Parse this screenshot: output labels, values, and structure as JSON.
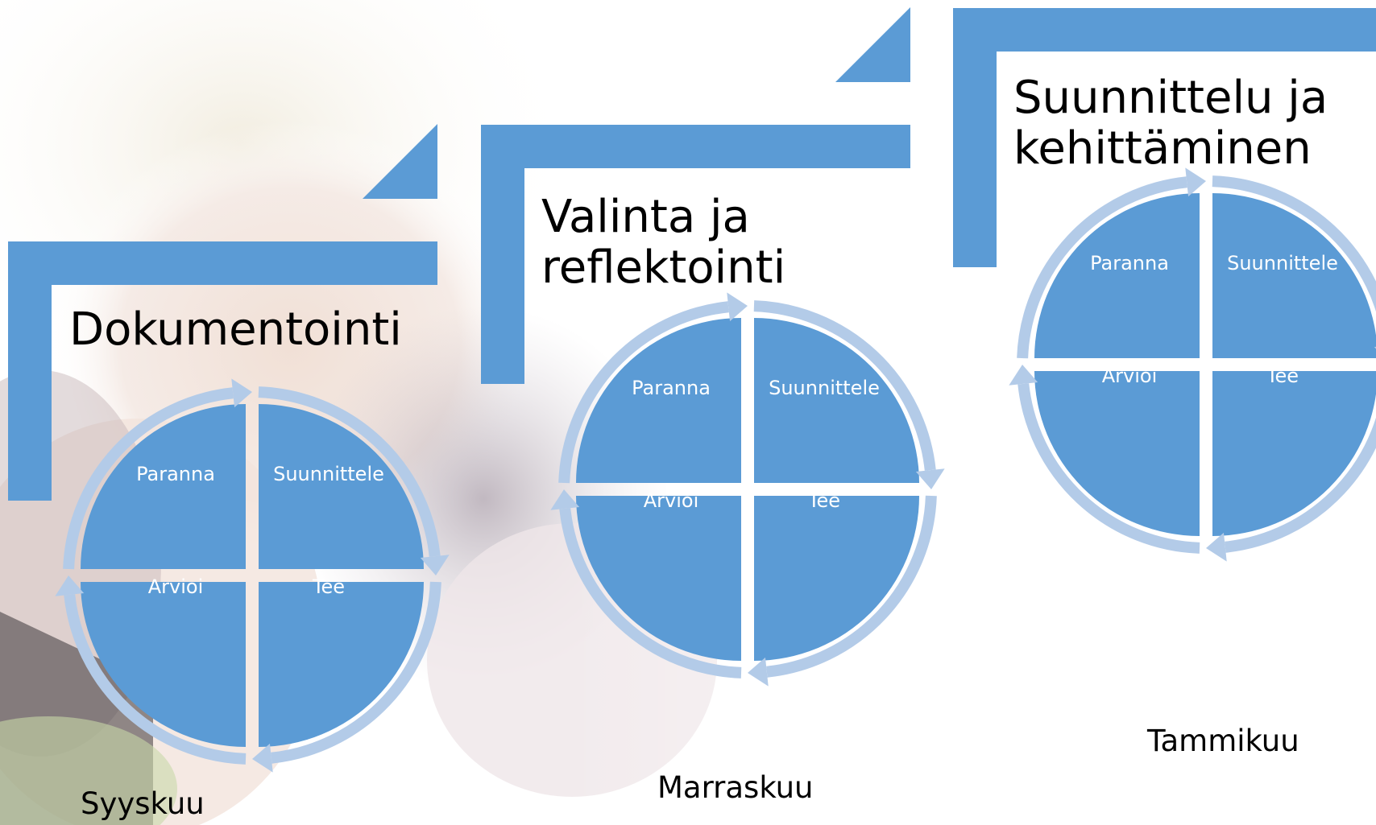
{
  "colors": {
    "accent": "#5b9bd5",
    "arrow": "#b3cbe8",
    "label_text": "#ffffff",
    "text": "#000000"
  },
  "stages": [
    {
      "title": "Dokumentointi",
      "month": "Syyskuu"
    },
    {
      "title": "Valinta ja reflektointi",
      "month": "Marraskuu"
    },
    {
      "title": "Suunnittelu ja kehittäminen",
      "month": "Tammikuu"
    }
  ],
  "cycle_labels": {
    "top_left": "Paranna",
    "top_right": "Suunnittele",
    "bottom_left": "Arvioi",
    "bottom_right": "Tee"
  }
}
